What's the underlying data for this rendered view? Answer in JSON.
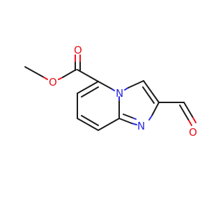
{
  "structure": {
    "atoms": {
      "ester_o_carbonyl": "O",
      "ester_o_ether": "O",
      "ring_n_bridge": "N",
      "ring_n_imine": "N",
      "aldehyde_o": "O"
    },
    "colors": {
      "bond": "#1a1a1a",
      "oxygen": "#e8141a",
      "nitrogen": "#2a2ae0",
      "background": "#ffffff"
    }
  }
}
